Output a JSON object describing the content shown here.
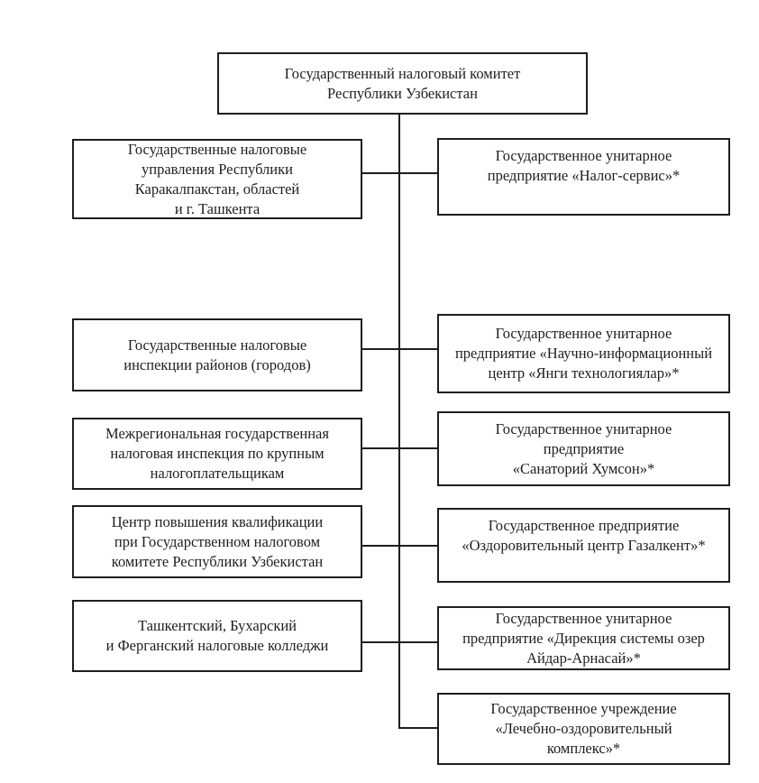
{
  "org_chart": {
    "type": "hierarchy",
    "root": {
      "label": "Государственный налоговый комитет\nРеспублики Узбекистан"
    },
    "left": [
      {
        "label": "Государственные налоговые\nуправления Республики\nКаракалпакстан, областей\nи г. Ташкента"
      },
      {
        "label": "Государственные налоговые\nинспекции районов (городов)"
      },
      {
        "label": "Межрегиональная государственная\nналоговая инспекция по крупным\nналогоплательщикам"
      },
      {
        "label": "Центр повышения квалификации\nпри Государственном налоговом\nкомитете Республики Узбекистан"
      },
      {
        "label": "Ташкентский, Бухарский\nи Ферганский налоговые колледжи"
      }
    ],
    "right": [
      {
        "label": "Государственное унитарное\nпредприятие «Налог-сервис»*"
      },
      {
        "label": "Государственное унитарное\nпредприятие «Научно-информационный\nцентр «Янги технологиялар»*"
      },
      {
        "label": "Государственное унитарное\nпредприятие\n«Санаторий Хумсон»*"
      },
      {
        "label": "Государственное предприятие\n«Оздоровительный центр Газалкент»*"
      },
      {
        "label": "Государственное унитарное\nпредприятие «Дирекция системы озер\nАйдар-Арнасай»*"
      },
      {
        "label": "Государственное учреждение\n«Лечебно-оздоровительный\nкомплекс»*"
      }
    ],
    "colors": {
      "line": "#1e1e1e",
      "text": "#1e1e1e",
      "background": "#ffffff"
    }
  }
}
